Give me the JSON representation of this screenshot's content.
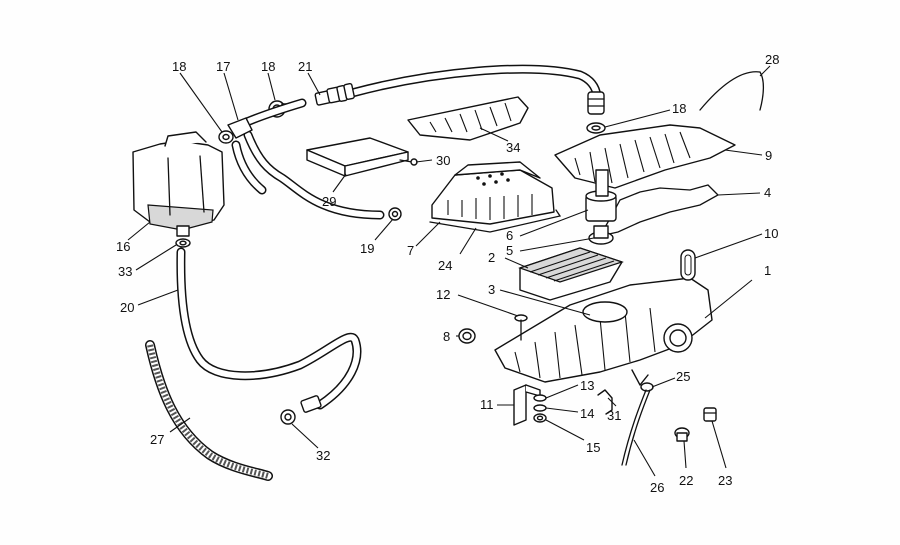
{
  "callouts": {
    "c1": "1",
    "c2": "2",
    "c3": "3",
    "c4": "4",
    "c5": "5",
    "c6": "6",
    "c7": "7",
    "c8": "8",
    "c9": "9",
    "c10": "10",
    "c11": "11",
    "c12": "12",
    "c13": "13",
    "c14": "14",
    "c15": "15",
    "c16": "16",
    "c17": "17",
    "c18a": "18",
    "c18b": "18",
    "c18c": "18",
    "c19": "19",
    "c20": "20",
    "c21": "21",
    "c22": "22",
    "c23": "23",
    "c24": "24",
    "c25": "25",
    "c26": "26",
    "c27": "27",
    "c28": "28",
    "c29": "29",
    "c30": "30",
    "c31": "31",
    "c32": "32",
    "c33": "33",
    "c34": "34"
  }
}
